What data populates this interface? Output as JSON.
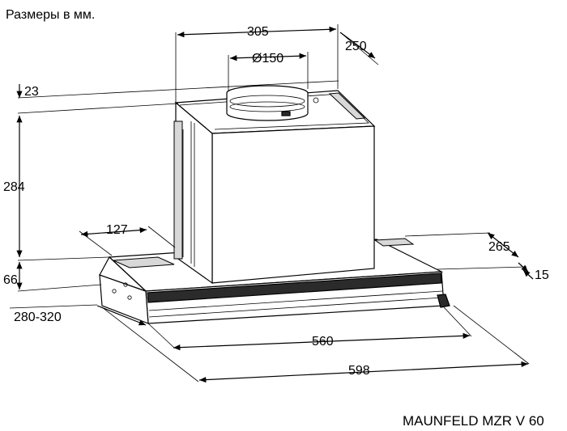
{
  "caption": "Размеры в мм.",
  "model": "MAUNFELD MZR V 60",
  "dimensions": {
    "d305": "305",
    "d250": "250",
    "d150": "Ø150",
    "d23": "23",
    "d284": "284",
    "d66": "66",
    "d127": "127",
    "d265": "265",
    "d15": "15",
    "d280_320": "280-320",
    "d560": "560",
    "d598": "598"
  }
}
